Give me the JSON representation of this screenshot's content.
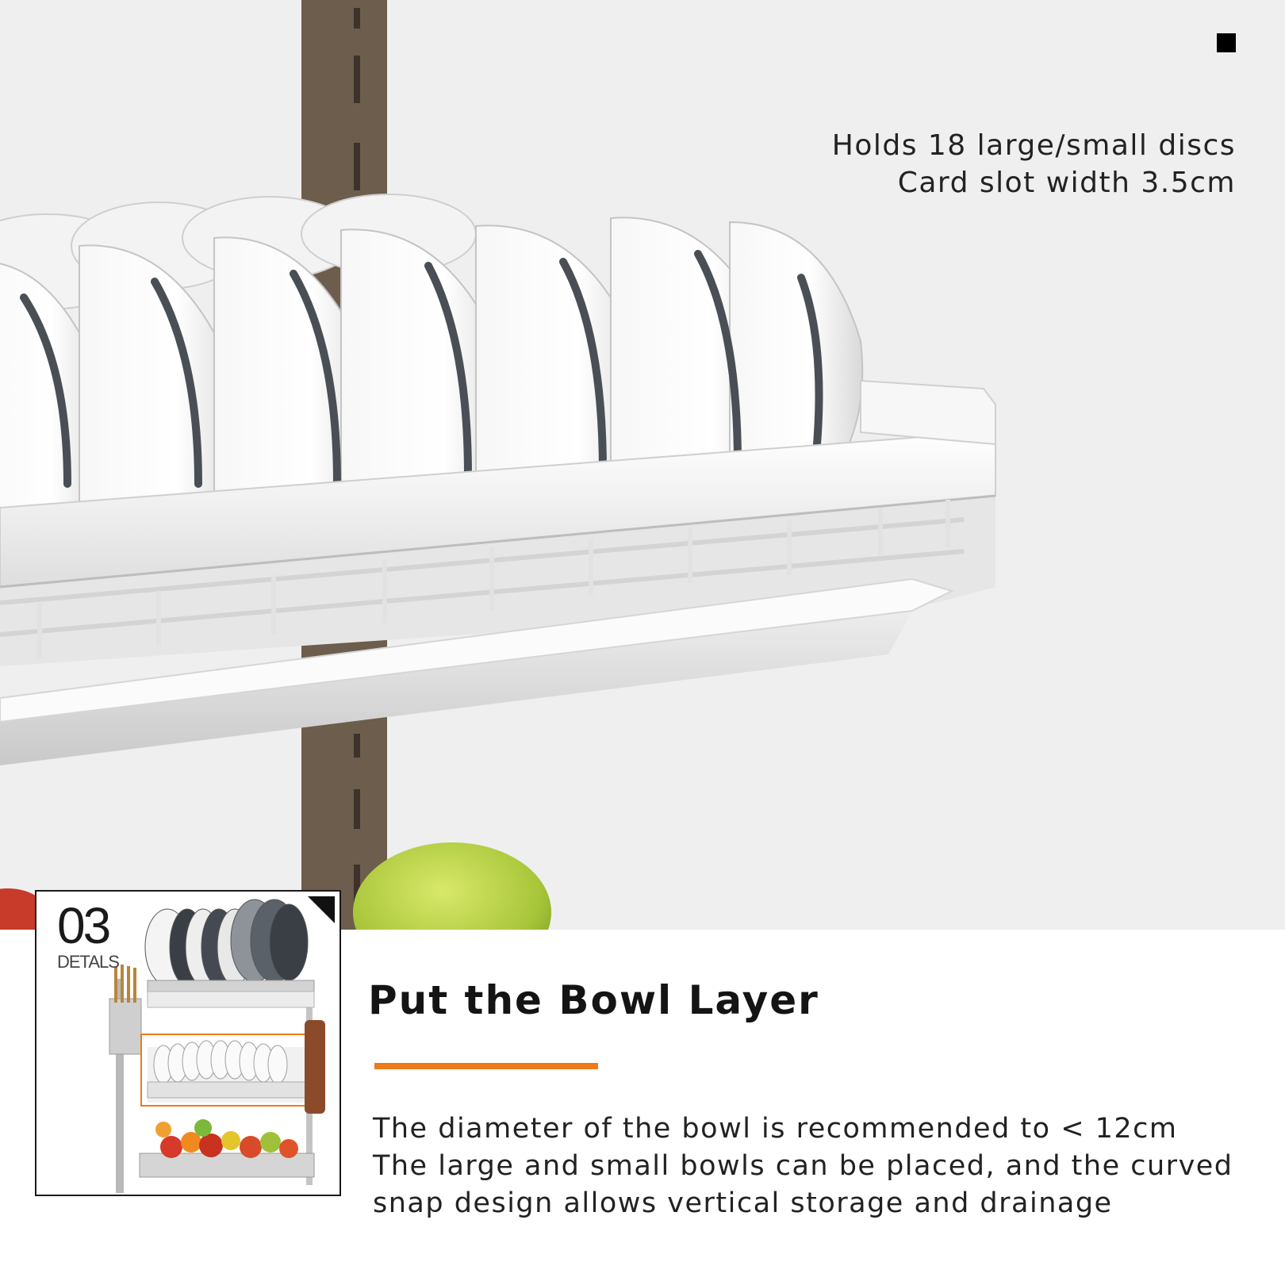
{
  "caption": {
    "line1": "Holds 18 large/small discs",
    "line2": "Card slot width 3.5cm"
  },
  "thumbnail": {
    "number": "03",
    "label": "DETALS"
  },
  "section": {
    "title": "Put the Bowl Layer",
    "accent_color": "#ee7a1a",
    "description": [
      "The diameter of the bowl is recommended to < 12cm",
      "The large and small bowls can be placed, and the curved",
      "snap design allows vertical storage and drainage"
    ]
  }
}
